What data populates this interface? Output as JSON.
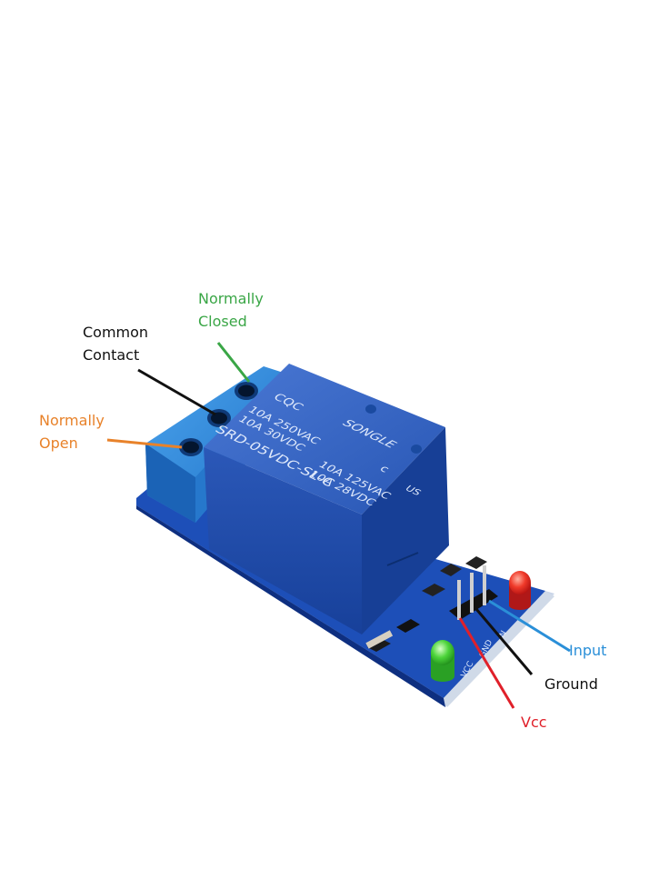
{
  "labels": {
    "normally_closed": [
      "Normally",
      "Closed"
    ],
    "common_contact": [
      "Common",
      "Contact"
    ],
    "normally_open": [
      "Normally",
      "Open"
    ],
    "input": "Input",
    "ground": "Ground",
    "vcc": "Vcc"
  },
  "relay_markings": {
    "brand": "SONGLE",
    "cert": "CQC",
    "ul_c": "c",
    "ul_us": "US",
    "ratings_left": [
      "10A 250VAC",
      "10A 30VDC"
    ],
    "ratings_right": [
      "10A  125VAC",
      "10A  28VDC"
    ],
    "model": "SRD-05VDC-SL-C"
  },
  "pin_markings": [
    "VCC",
    "GND",
    "IN"
  ],
  "colors": {
    "normally_closed": "#3aa646",
    "common_contact": "#111111",
    "normally_open": "#e8822a",
    "input": "#2a8fd8",
    "ground": "#111111",
    "vcc": "#e0202a",
    "relay_body": "#2f5fc0",
    "pcb": "#1d4fb8",
    "terminal": "#2c86d6"
  }
}
